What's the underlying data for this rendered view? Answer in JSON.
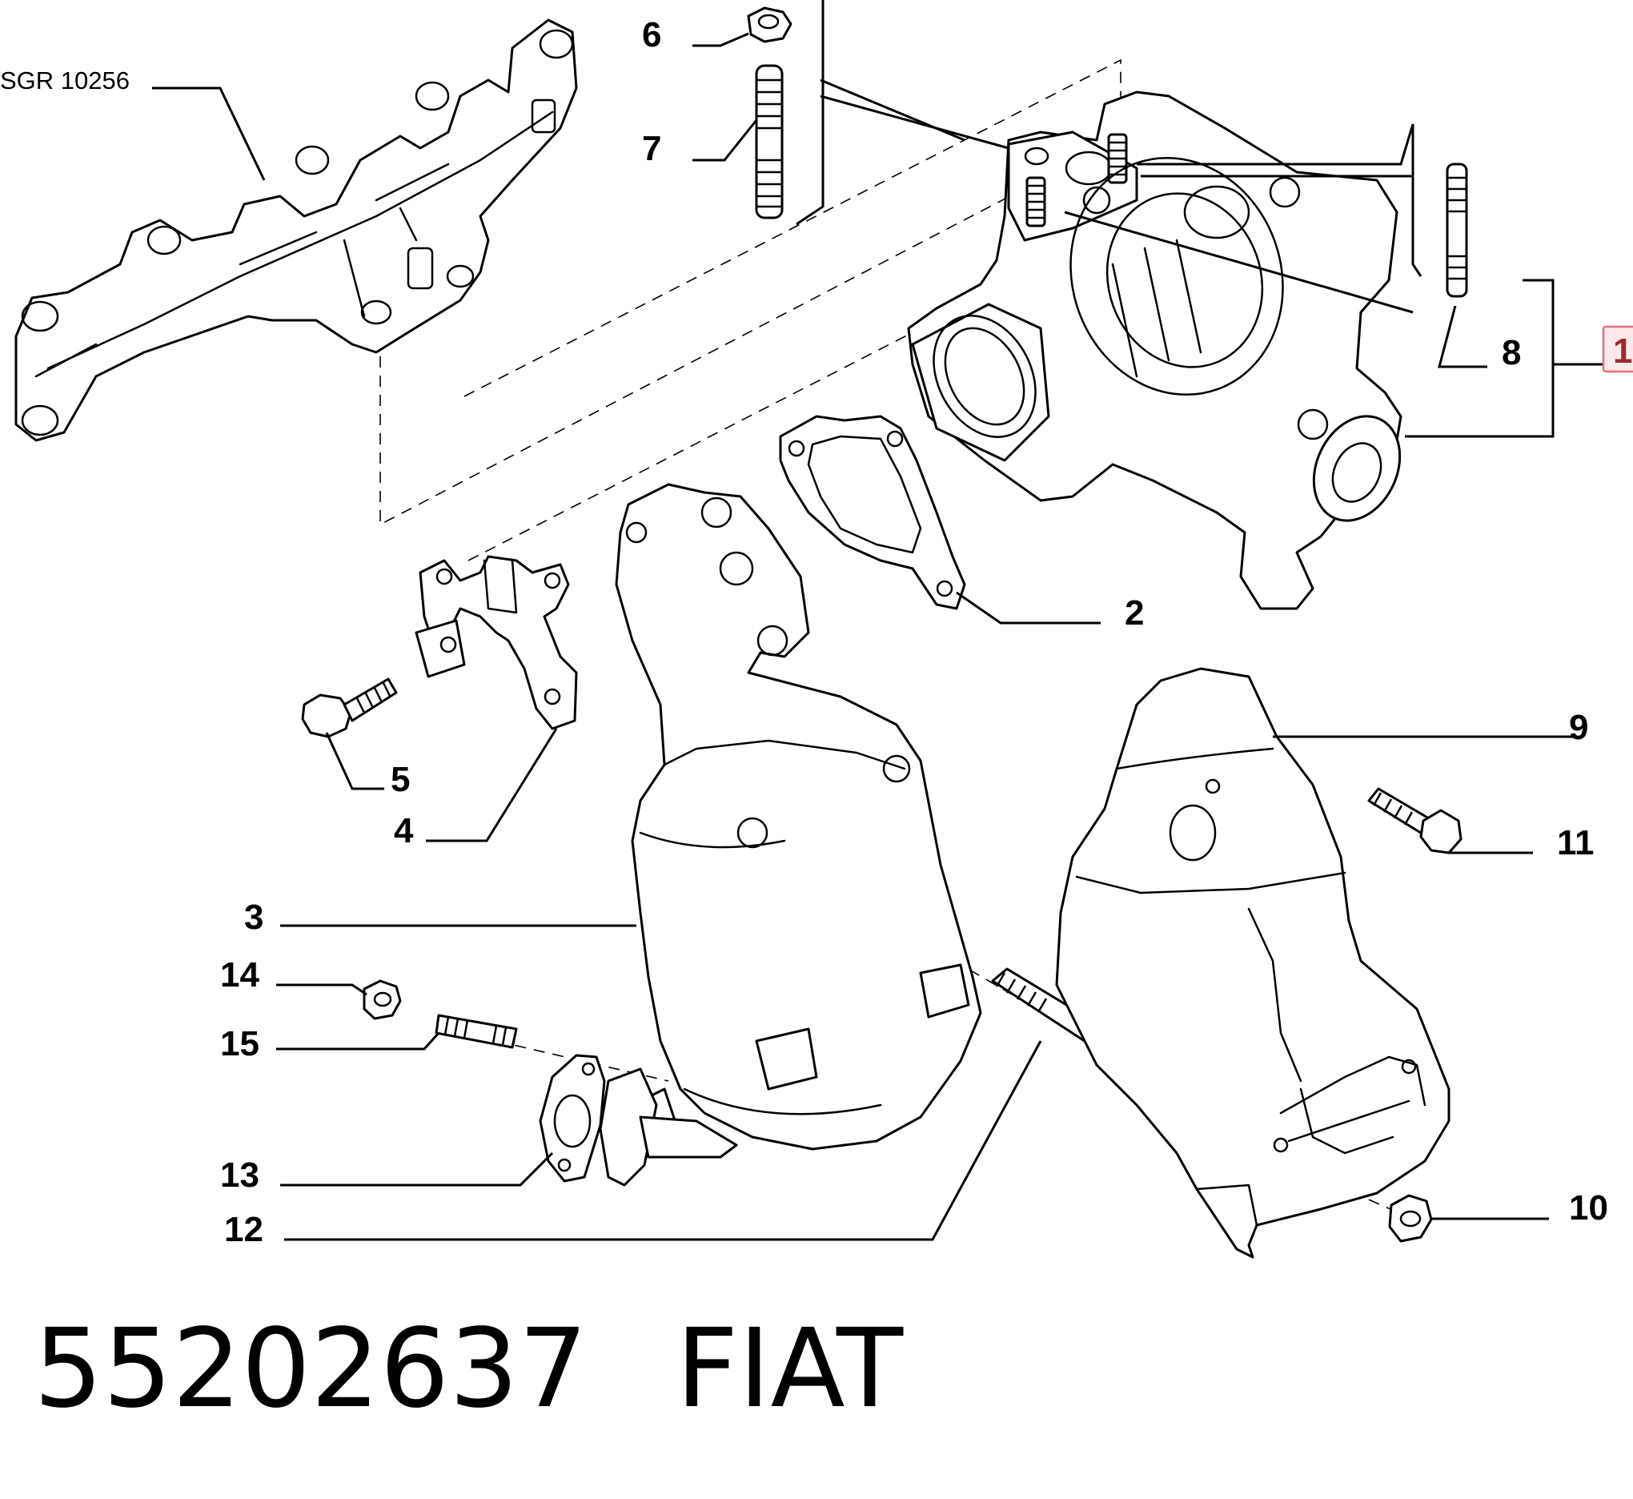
{
  "reference": "SGR 10256",
  "callouts": {
    "c1": "1",
    "c2": "2",
    "c3": "3",
    "c4": "4",
    "c5": "5",
    "c6": "6",
    "c7": "7",
    "c8": "8",
    "c9": "9",
    "c10": "10",
    "c11": "11",
    "c12": "12",
    "c13": "13",
    "c14": "14",
    "c15": "15"
  },
  "part_number": "55202637",
  "brand": "FIAT",
  "colors": {
    "highlight_fill": "#fde8ea",
    "highlight_border": "#e0707c",
    "line": "#000000"
  }
}
